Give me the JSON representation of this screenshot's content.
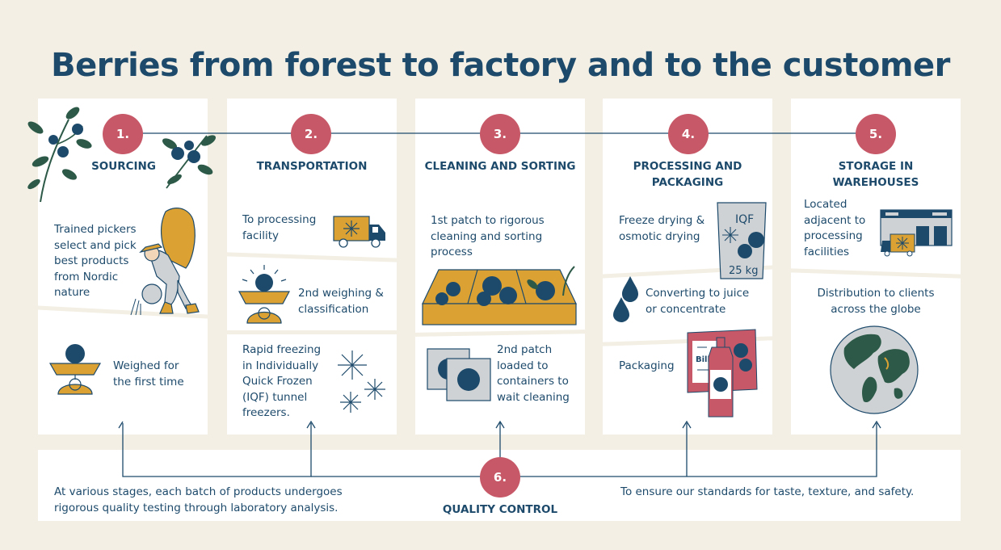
{
  "title": "Berries from forest to factory and to the customer",
  "colors": {
    "background": "#f3efe4",
    "navy": "#1d4a6b",
    "accent": "#c75867",
    "gold": "#dba233",
    "panel": "#ffffff",
    "leaf": "#2d5a48"
  },
  "steps": [
    {
      "number": "1.",
      "heading": [
        "SOURCING"
      ],
      "items": [
        "Trained pickers select and pick best products from Nordic nature",
        "Weighed for the first time"
      ]
    },
    {
      "number": "2.",
      "heading": [
        "TRANSPORTATION"
      ],
      "items": [
        "To processing facility",
        "2nd weighing & classification",
        "Rapid freezing in Individually Quick Frozen (IQF) tunnel freezers."
      ]
    },
    {
      "number": "3.",
      "heading": [
        "CLEANING AND SORTING"
      ],
      "items": [
        "1st patch to rigorous cleaning and sorting process",
        "2nd patch loaded to containers to wait cleaning"
      ]
    },
    {
      "number": "4.",
      "heading": [
        "PROCESSING AND",
        "PACKAGING"
      ],
      "items": [
        "Freeze drying & osmotic drying",
        "Converting to juice or concentrate",
        "Packaging"
      ],
      "bag_labels": [
        "IQF",
        "25 kg"
      ],
      "package_label": "Bilb"
    },
    {
      "number": "5.",
      "heading": [
        "STORAGE IN",
        "WAREHOUSES"
      ],
      "items": [
        "Located adjacent to processing facilities",
        "Distribution to clients across the globe"
      ]
    }
  ],
  "quality": {
    "number": "6.",
    "heading": "QUALITY CONTROL",
    "left_text": "At various stages, each batch of products undergoes rigorous quality testing through laboratory analysis.",
    "right_text": "To ensure our standards for taste, texture, and safety."
  }
}
